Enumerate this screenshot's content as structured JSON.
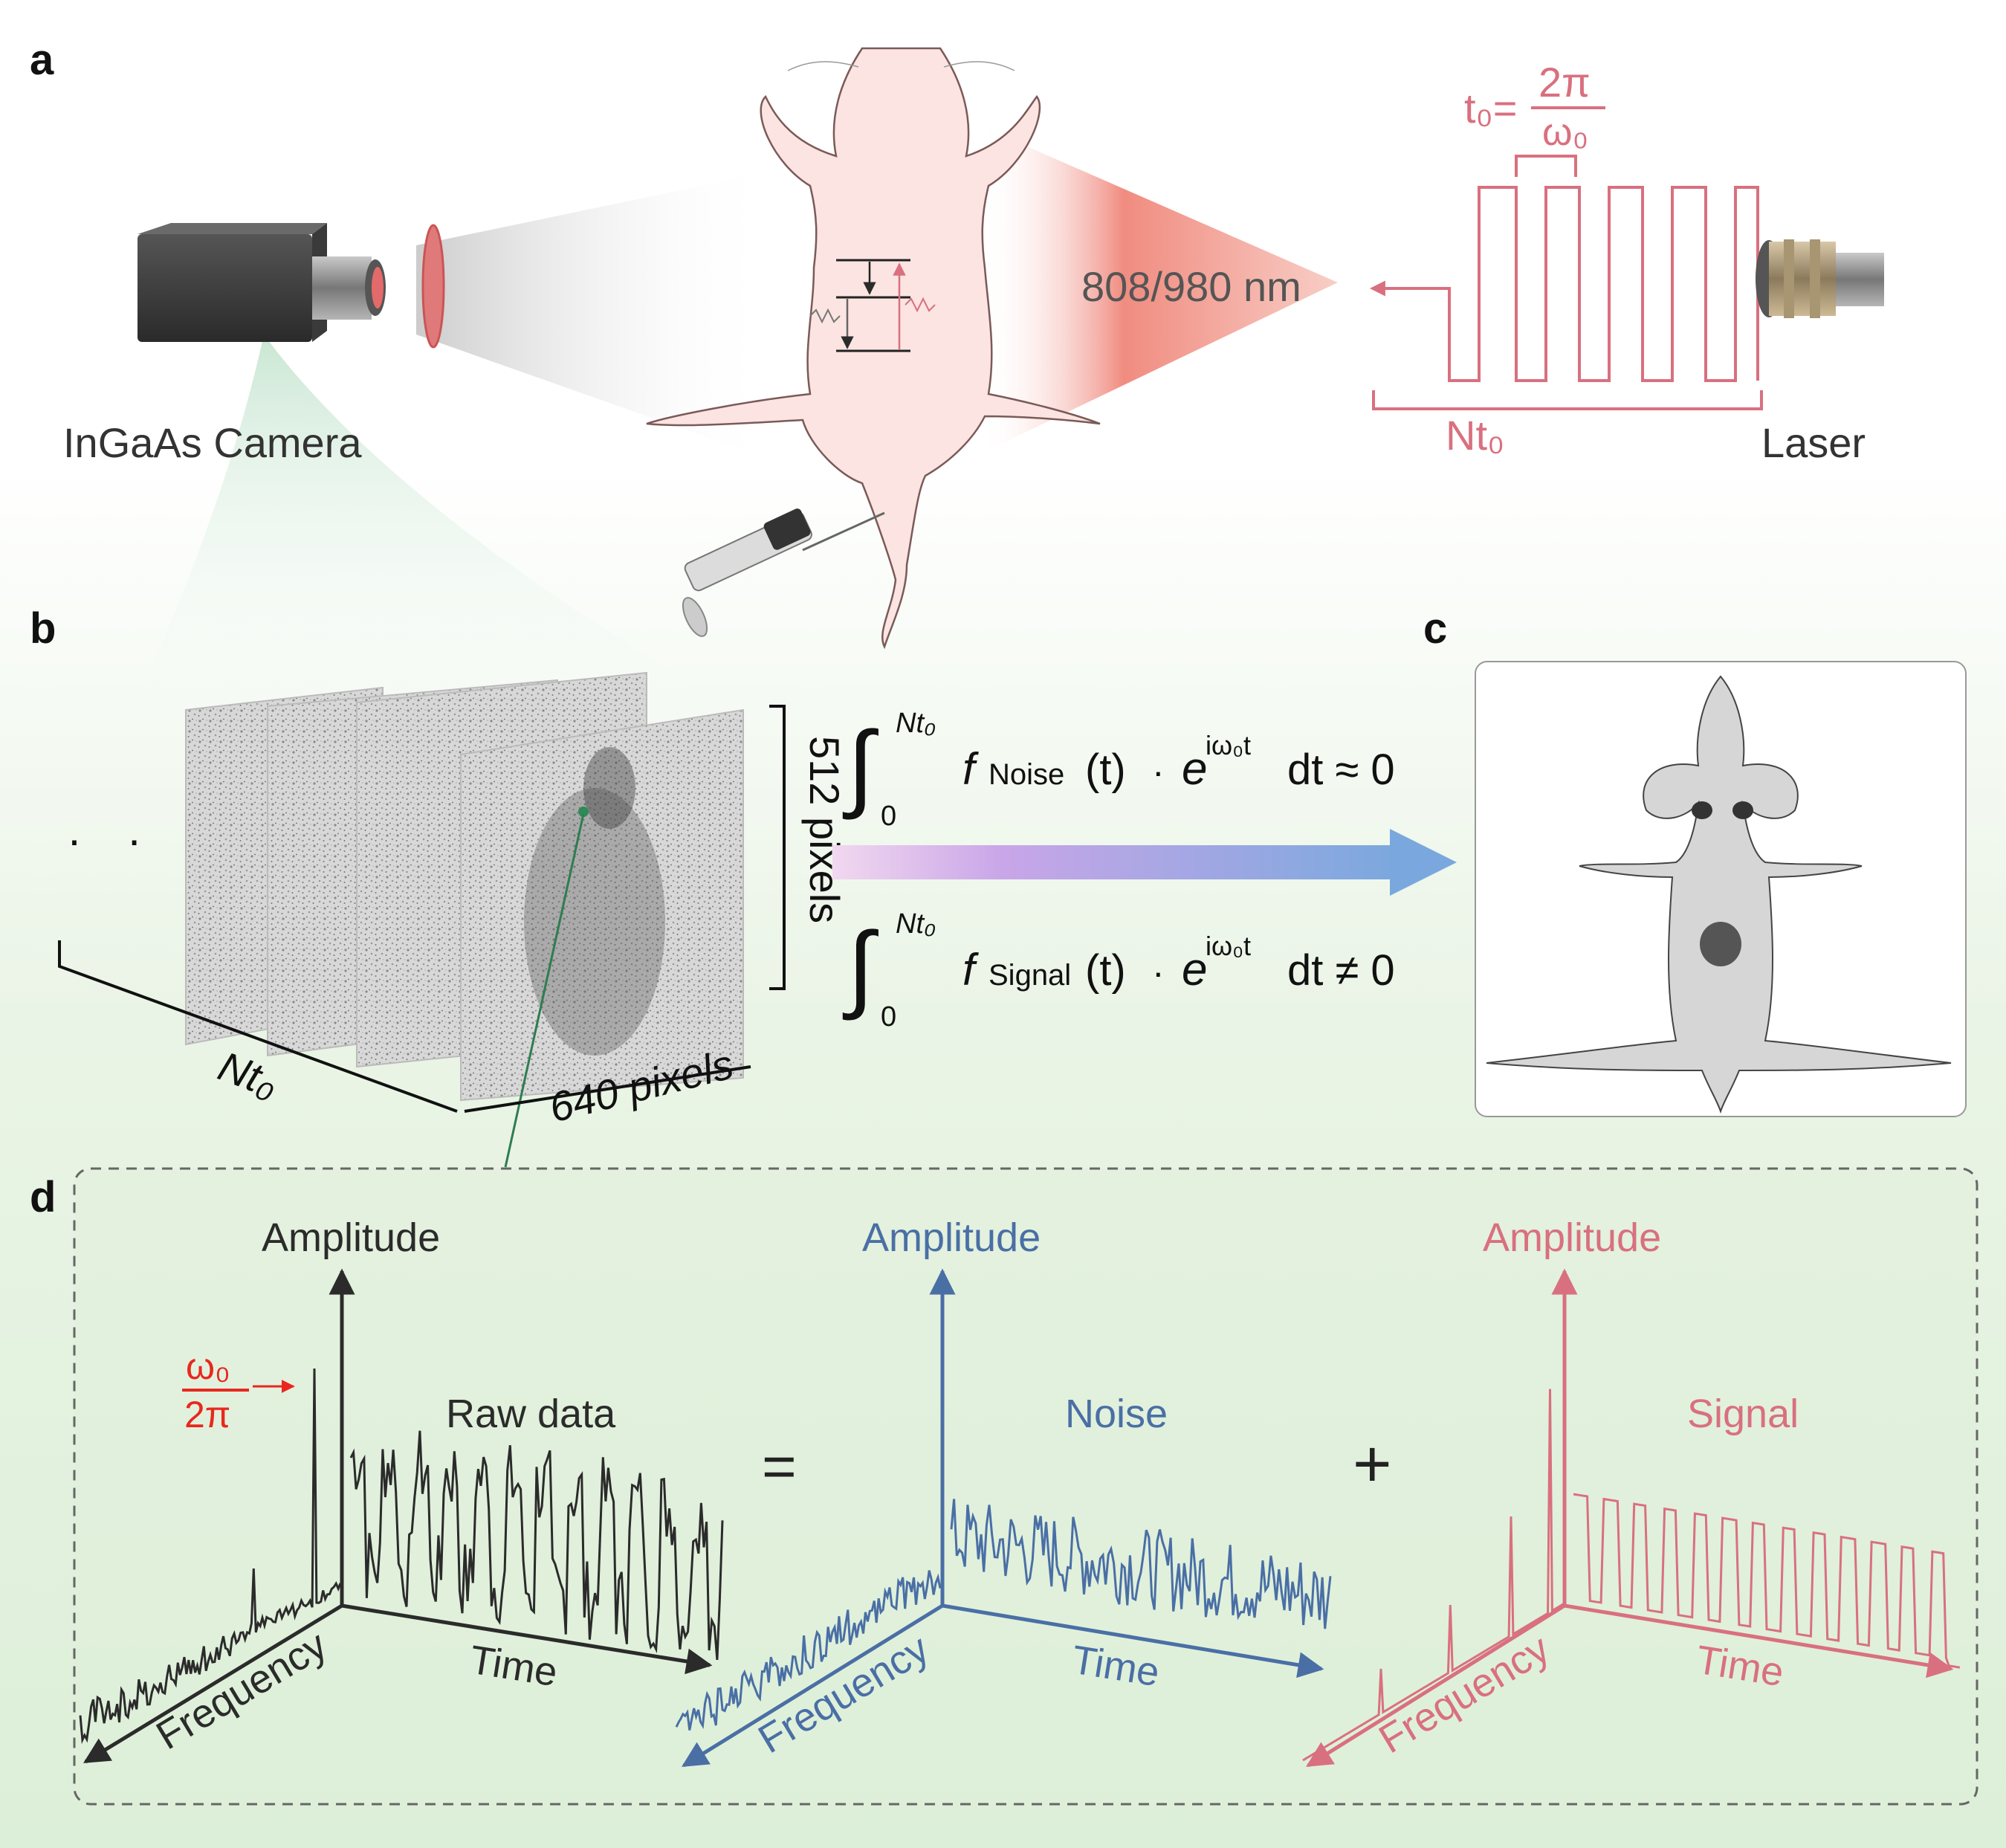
{
  "panels": {
    "a": "a",
    "b": "b",
    "c": "c",
    "d": "d"
  },
  "camera_label": "InGaAs Camera",
  "laser_label": "Laser",
  "wavelength_label": "808/980 nm",
  "period_formula": {
    "lhs": "t₀=",
    "numerator": "2π",
    "denominator": "ω₀"
  },
  "pulse_duration_label": "Nt₀",
  "stack": {
    "depth_label": "Nt₀",
    "width_label": "640 pixels",
    "height_label": "512 pixels",
    "ellipsis": "· · ·"
  },
  "equations": {
    "noise": {
      "upper": "Nt₀",
      "lower": "0",
      "f": "f",
      "sub": "Noise",
      "t": "(t)",
      "dot": "·",
      "e": "e",
      "exp": "iω₀t",
      "dt": "dt ≈ 0"
    },
    "signal": {
      "upper": "Nt₀",
      "lower": "0",
      "f": "f",
      "sub": "Signal",
      "t": "(t)",
      "dot": "·",
      "e": "e",
      "exp": "iω₀t",
      "dt": "dt ≠ 0"
    }
  },
  "plots": {
    "raw": {
      "amplitude": "Amplitude",
      "time": "Time",
      "frequency": "Frequency",
      "title": "Raw data",
      "marker_num": "ω₀",
      "marker_den": "2π"
    },
    "noise": {
      "amplitude": "Amplitude",
      "time": "Time",
      "frequency": "Frequency",
      "title": "Noise"
    },
    "signal": {
      "amplitude": "Amplitude",
      "time": "Time",
      "frequency": "Frequency",
      "title": "Signal"
    }
  },
  "operators": {
    "equals": "=",
    "plus": "+"
  },
  "colors": {
    "dark": "#2b2b2b",
    "noise": "#4a6fa5",
    "signal": "#d9707f",
    "red": "#e8281e",
    "green_bg": "#e3f2df"
  }
}
